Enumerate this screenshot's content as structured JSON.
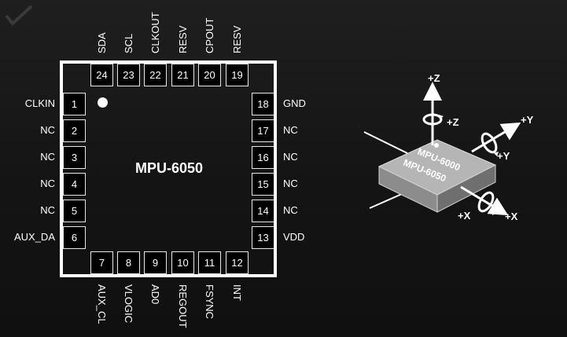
{
  "chip": {
    "name": "MPU-6050",
    "pins_left": [
      {
        "num": "1",
        "label": "CLKIN"
      },
      {
        "num": "2",
        "label": "NC"
      },
      {
        "num": "3",
        "label": "NC"
      },
      {
        "num": "4",
        "label": "NC"
      },
      {
        "num": "5",
        "label": "NC"
      },
      {
        "num": "6",
        "label": "AUX_DA"
      }
    ],
    "pins_bottom": [
      {
        "num": "7",
        "label": "AUX_CL"
      },
      {
        "num": "8",
        "label": "VLOGIC"
      },
      {
        "num": "9",
        "label": "AD0"
      },
      {
        "num": "10",
        "label": "REGOUT"
      },
      {
        "num": "11",
        "label": "FSYNC"
      },
      {
        "num": "12",
        "label": "INT"
      }
    ],
    "pins_right": [
      {
        "num": "18",
        "label": "GND"
      },
      {
        "num": "17",
        "label": "NC"
      },
      {
        "num": "16",
        "label": "NC"
      },
      {
        "num": "15",
        "label": "NC"
      },
      {
        "num": "14",
        "label": "NC"
      },
      {
        "num": "13",
        "label": "VDD"
      }
    ],
    "pins_top": [
      {
        "num": "24",
        "label": "SDA"
      },
      {
        "num": "23",
        "label": "SCL"
      },
      {
        "num": "22",
        "label": "CLKOUT"
      },
      {
        "num": "21",
        "label": "RESV"
      },
      {
        "num": "20",
        "label": "CPOUT"
      },
      {
        "num": "19",
        "label": "RESV"
      }
    ]
  },
  "orientation": {
    "package_line1": "MPU-6000",
    "package_line2": "MPU-6050",
    "z_axis": "+Z",
    "z_rotation": "+Z",
    "y_axis": "+Y",
    "y_rotation": "+Y",
    "x_axis": "+X",
    "x_rotation": "+X"
  },
  "colors": {
    "background": "#161616",
    "foreground": "#ffffff",
    "package_top": "#b5b5b5",
    "package_side": "#8a8a8a"
  }
}
